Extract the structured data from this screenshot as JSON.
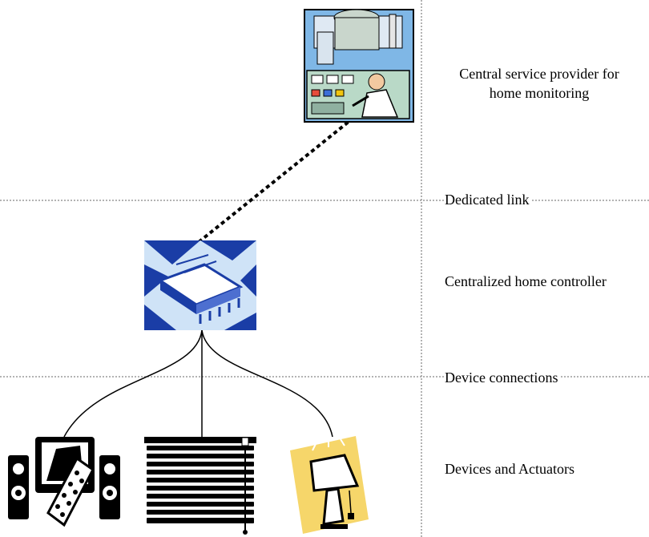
{
  "layers": {
    "provider": "Central service provider for home monitoring",
    "provider_line1": "Central service provider for",
    "provider_line2": "home monitoring",
    "link": "Dedicated link",
    "controller": "Centralized home controller",
    "connections": "Device connections",
    "devices": "Devices and Actuators"
  },
  "icons": {
    "provider": "control-room-operator-icon",
    "controller": "circuit-chip-icon",
    "device_entertainment": "tv-remote-speakers-icon",
    "device_blinds": "window-blinds-icon",
    "device_lamp": "table-lamp-icon"
  },
  "colors": {
    "divider": "#9a9a9a",
    "link": "#000000",
    "chip_dark": "#1a3da6",
    "chip_light": "#cfe3f7",
    "lamp_bg": "#f6d66a",
    "provider_sky": "#7fb7e6",
    "panel": "#b9d9c7"
  }
}
